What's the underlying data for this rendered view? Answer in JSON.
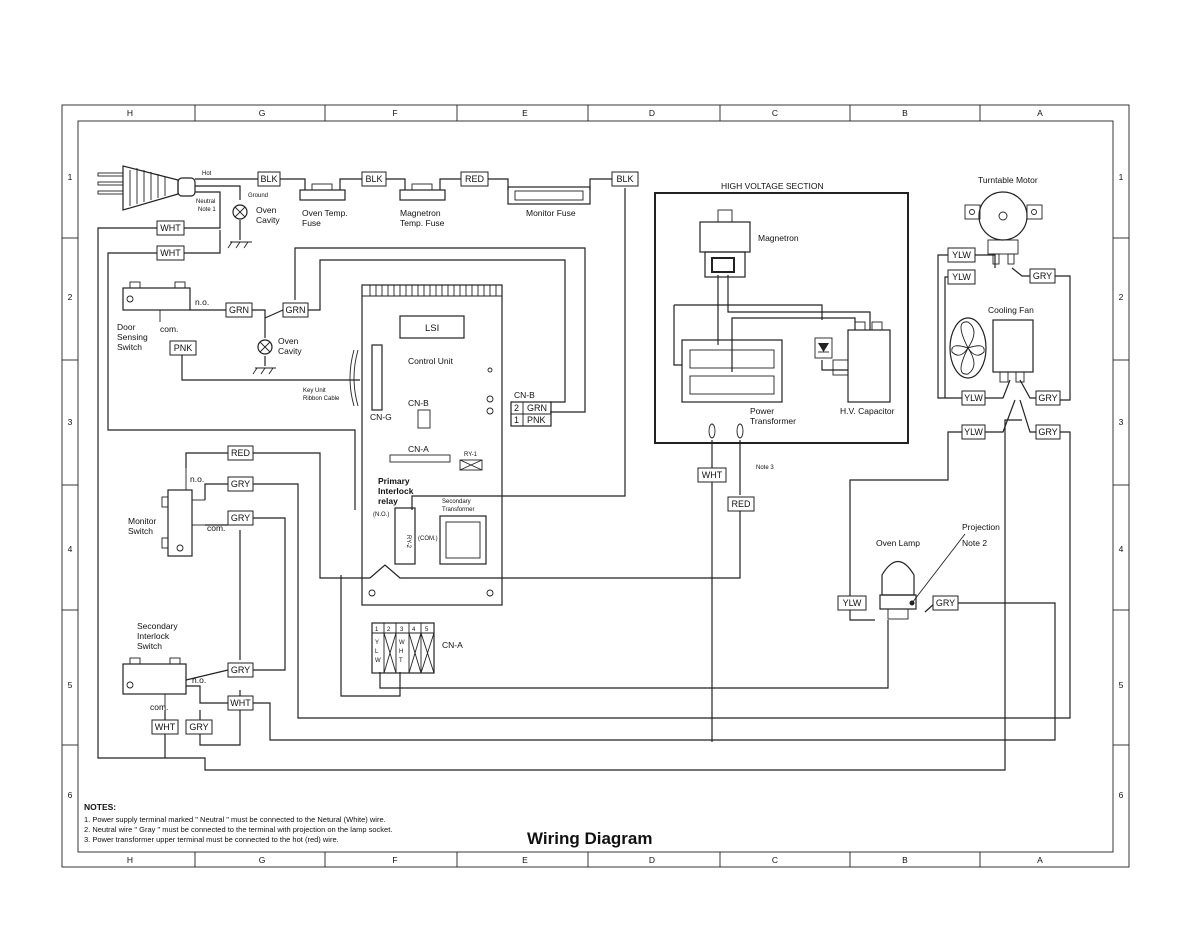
{
  "title": "Wiring Diagram",
  "border": {
    "columns": [
      "H",
      "G",
      "F",
      "E",
      "D",
      "C",
      "B",
      "A"
    ],
    "rows": [
      "1",
      "2",
      "3",
      "4",
      "5",
      "6"
    ]
  },
  "plug": {
    "hot": "Hot",
    "neutral": "Neutral",
    "note1": "Note 1",
    "ground": "Ground"
  },
  "components": {
    "oven_cavity_top": "Oven Cavity",
    "oven_cavity_mid": "Oven Cavity",
    "oven_temp_fuse": "Oven Temp. Fuse",
    "magnetron_temp_fuse": "Magnetron Temp. Fuse",
    "monitor_fuse": "Monitor Fuse",
    "door_sensing_switch": "Door Sensing Switch",
    "key_unit_ribbon_cable": "Key Unit Ribbon Cable",
    "control_unit": "Control Unit",
    "lsi": "LSI",
    "cn_b_center": "CN-B",
    "cn_g": "CN-G",
    "cn_a_center": "CN-A",
    "ry1": "RY-1",
    "primary_interlock_relay": "Primary Interlock relay",
    "no_paren": "(N.O.)",
    "com_paren": "(COM.)",
    "ry2": "RY-2",
    "secondary_transformer": "Secondary Transformer",
    "monitor_switch": "Monitor Switch",
    "secondary_interlock_switch": "Secondary Interlock Switch",
    "high_voltage_section": "HIGH VOLTAGE SECTION",
    "magnetron": "Magnetron",
    "power_transformer": "Power Transformer",
    "hv_capacitor": "H.V. Capacitor",
    "note3": "Note 3",
    "turntable_motor": "Turntable Motor",
    "cooling_fan": "Cooling Fan",
    "oven_lamp": "Oven Lamp",
    "projection": "Projection",
    "note2": "Note 2",
    "no": "n.o.",
    "com": "com."
  },
  "cn_b_side": {
    "label": "CN-B",
    "pins": [
      {
        "num": "2",
        "wire": "GRN"
      },
      {
        "num": "1",
        "wire": "PNK"
      }
    ]
  },
  "cn_a_table": {
    "label": "CN-A",
    "pins": [
      "1",
      "2",
      "3",
      "4",
      "5"
    ],
    "col1": [
      "Y",
      "L",
      "W"
    ],
    "col3": [
      "W",
      "H",
      "T"
    ]
  },
  "wire_tags": {
    "blk1": "BLK",
    "blk2": "BLK",
    "red1": "RED",
    "blk3": "BLK",
    "wht1": "WHT",
    "wht2": "WHT",
    "grn1": "GRN",
    "grn2": "GRN",
    "pnk": "PNK",
    "red2": "RED",
    "gry1": "GRY",
    "gry2": "GRY",
    "gry3": "GRY",
    "wht3": "WHT",
    "wht4": "WHT",
    "gry4": "GRY",
    "wht5": "WHT",
    "red3": "RED",
    "ylw1": "YLW",
    "ylw2": "YLW",
    "gry5": "GRY",
    "ylw3": "YLW",
    "gry6": "GRY",
    "ylw4": "YLW",
    "gry7": "GRY",
    "ylw5": "YLW",
    "gry8": "GRY"
  },
  "notes": {
    "heading": "NOTES:",
    "items": [
      "1. Power supply terminal marked \" Neutral \" must be connected to the Netural (White) wire.",
      "2. Neutral wire  \" Gray \" must be connected to the terminal with projection on the lamp socket.",
      "3. Power transformer upper terminal must be connected to the hot (red) wire."
    ]
  }
}
